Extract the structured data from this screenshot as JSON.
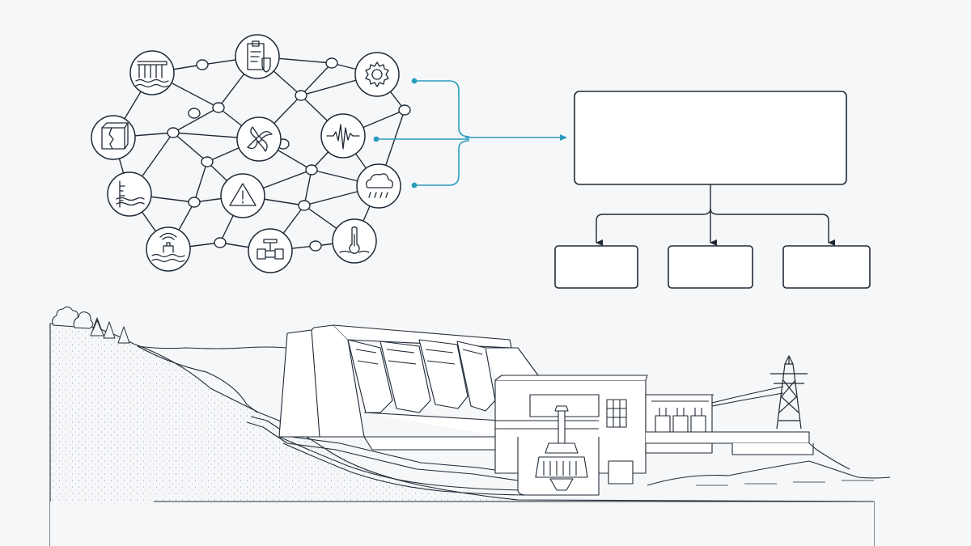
{
  "colors": {
    "background": "#f6f7f9",
    "ink": "#1f2a36",
    "accent": "#2b9bbd",
    "node_fill": "#ffffff"
  },
  "network": {
    "icons": [
      "dam-icon",
      "clipboard-shield-icon",
      "gear-icon",
      "structure-crack-icon",
      "turbine-icon",
      "seismic-wave-icon",
      "water-level-gauge-icon",
      "warning-icon",
      "rain-cloud-icon",
      "water-sensor-icon",
      "valve-icon",
      "thermometer-icon"
    ]
  },
  "flowchart": {
    "main_box_label": "",
    "child_box_labels": [
      "",
      "",
      ""
    ]
  },
  "scene": {
    "illustration": "hydropower-dam-cross-section",
    "elements": [
      "hillside-trees",
      "dam-spillway",
      "powerhouse",
      "generator-unit",
      "transformers",
      "transmission-tower",
      "tailwater"
    ]
  }
}
